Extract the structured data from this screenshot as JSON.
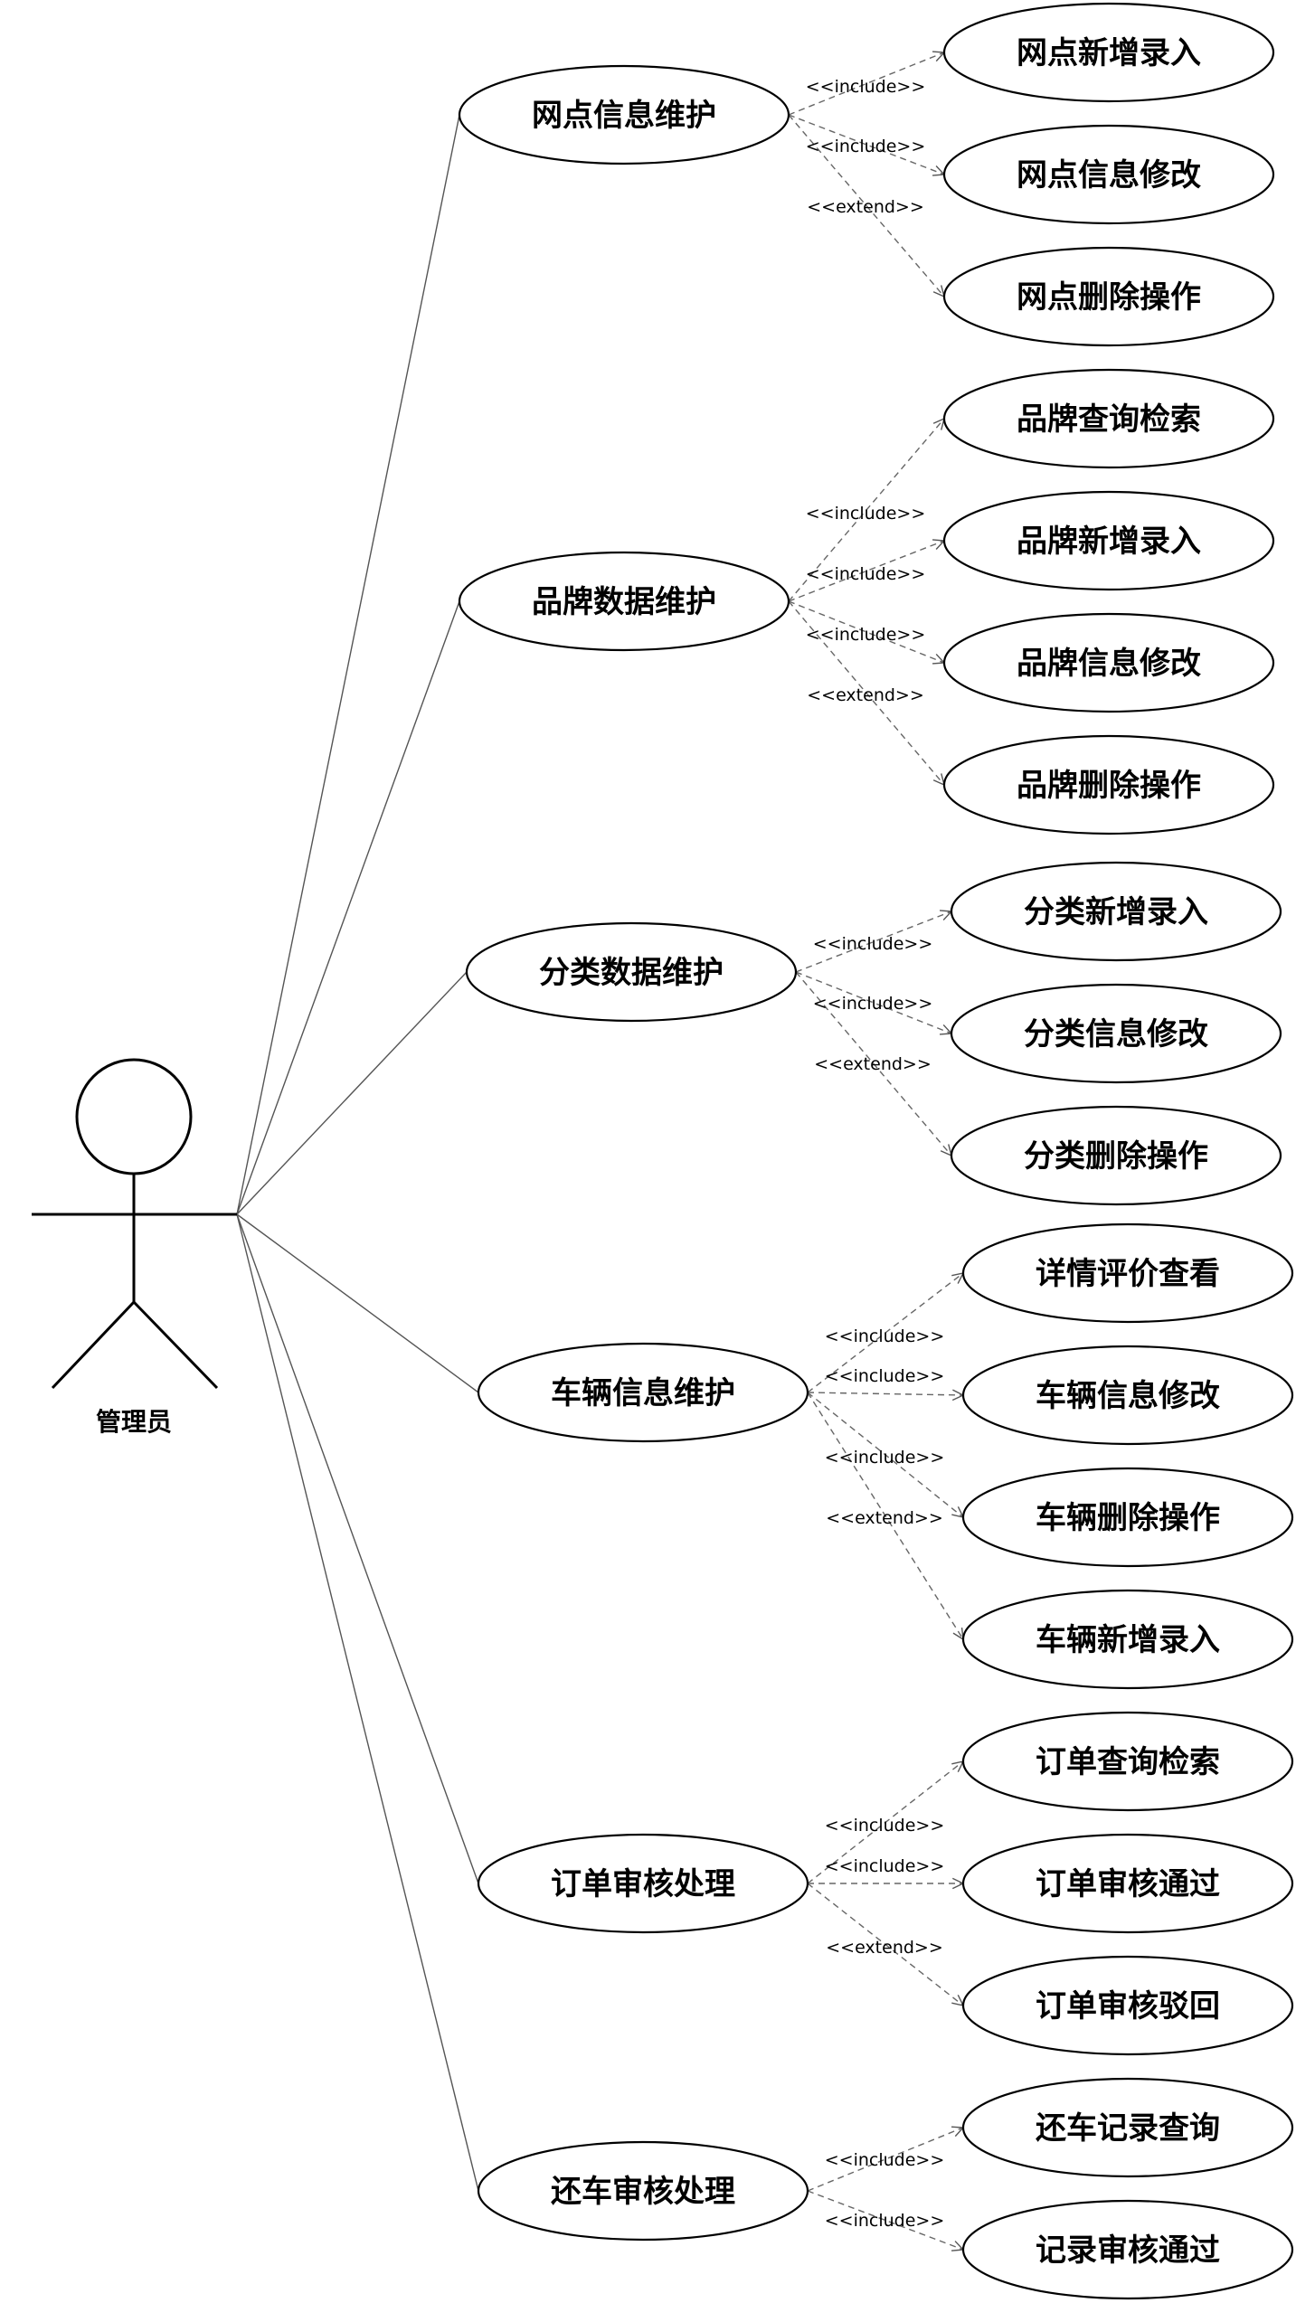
{
  "actor": {
    "label": "管理员",
    "icon": "stick-figure-actor-icon"
  },
  "groups": [
    {
      "name": "网点信息维护",
      "children": [
        {
          "name": "网点新增录入",
          "relation": "<<include>>"
        },
        {
          "name": "网点信息修改",
          "relation": "<<include>>"
        },
        {
          "name": "网点删除操作",
          "relation": "<<extend>>"
        }
      ]
    },
    {
      "name": "品牌数据维护",
      "children": [
        {
          "name": "品牌查询检索",
          "relation": "<<include>>"
        },
        {
          "name": "品牌新增录入",
          "relation": "<<include>>"
        },
        {
          "name": "品牌信息修改",
          "relation": "<<include>>"
        },
        {
          "name": "品牌删除操作",
          "relation": "<<extend>>"
        }
      ]
    },
    {
      "name": "分类数据维护",
      "children": [
        {
          "name": "分类新增录入",
          "relation": "<<include>>"
        },
        {
          "name": "分类信息修改",
          "relation": "<<include>>"
        },
        {
          "name": "分类删除操作",
          "relation": "<<extend>>"
        }
      ]
    },
    {
      "name": "车辆信息维护",
      "children": [
        {
          "name": "详情评价查看",
          "relation": "<<include>>"
        },
        {
          "name": "车辆信息修改",
          "relation": "<<include>>"
        },
        {
          "name": "车辆删除操作",
          "relation": "<<include>>"
        },
        {
          "name": "车辆新增录入",
          "relation": "<<extend>>"
        }
      ]
    },
    {
      "name": "订单审核处理",
      "children": [
        {
          "name": "订单查询检索",
          "relation": "<<include>>"
        },
        {
          "name": "订单审核通过",
          "relation": "<<include>>"
        },
        {
          "name": "订单审核驳回",
          "relation": "<<extend>>"
        }
      ]
    },
    {
      "name": "还车审核处理",
      "children": [
        {
          "name": "还车记录查询",
          "relation": "<<include>>"
        },
        {
          "name": "记录审核通过",
          "relation": "<<include>>"
        }
      ]
    }
  ]
}
